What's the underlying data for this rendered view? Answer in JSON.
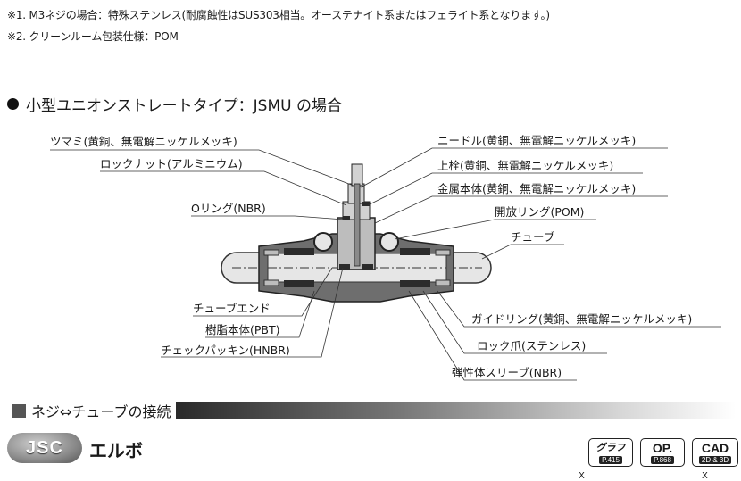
{
  "notes": {
    "note1": "※1. M3ネジの場合：特殊ステンレス(耐腐蝕性はSUS303相当。オーステナイト系またはフェライト系となります。)",
    "note2": "※2. クリーンルーム包装仕様：POM"
  },
  "section_heading": "小型ユニオンストレートタイプ：JSMU の場合",
  "diagram": {
    "labels_left": [
      "ツマミ(黄銅、無電解ニッケルメッキ)",
      "ロックナット(アルミニウム)",
      "Oリング(NBR)",
      "チューブエンド",
      "樹脂本体(PBT)",
      "チェックパッキン(HNBR)"
    ],
    "labels_right": [
      "ニードル(黄銅、無電解ニッケルメッキ)",
      "上栓(黄銅、無電解ニッケルメッキ)",
      "金属本体(黄銅、無電解ニッケルメッキ)",
      "開放リング(POM)",
      "チューブ",
      "ガイドリング(黄銅、無電解ニッケルメッキ)",
      "ロック爪(ステンレス)",
      "弾性体スリーブ(NBR)"
    ],
    "colors": {
      "body": "#6e6e6e",
      "dark": "#2b2b2b",
      "metal": "#bdbdbd",
      "tube": "#e6e6e6"
    }
  },
  "section_bar": {
    "title": "ネジ⇔チューブの接続"
  },
  "product": {
    "badge": "JSC",
    "name": "エルボ"
  },
  "refs": {
    "graph": {
      "label": "グラフ",
      "page": "P.415"
    },
    "op": {
      "label": "OP.",
      "page": "P.868"
    },
    "cad": {
      "label": "CAD",
      "sub": "2D & 3D"
    }
  },
  "bottom_marks": [
    "X",
    "X"
  ]
}
